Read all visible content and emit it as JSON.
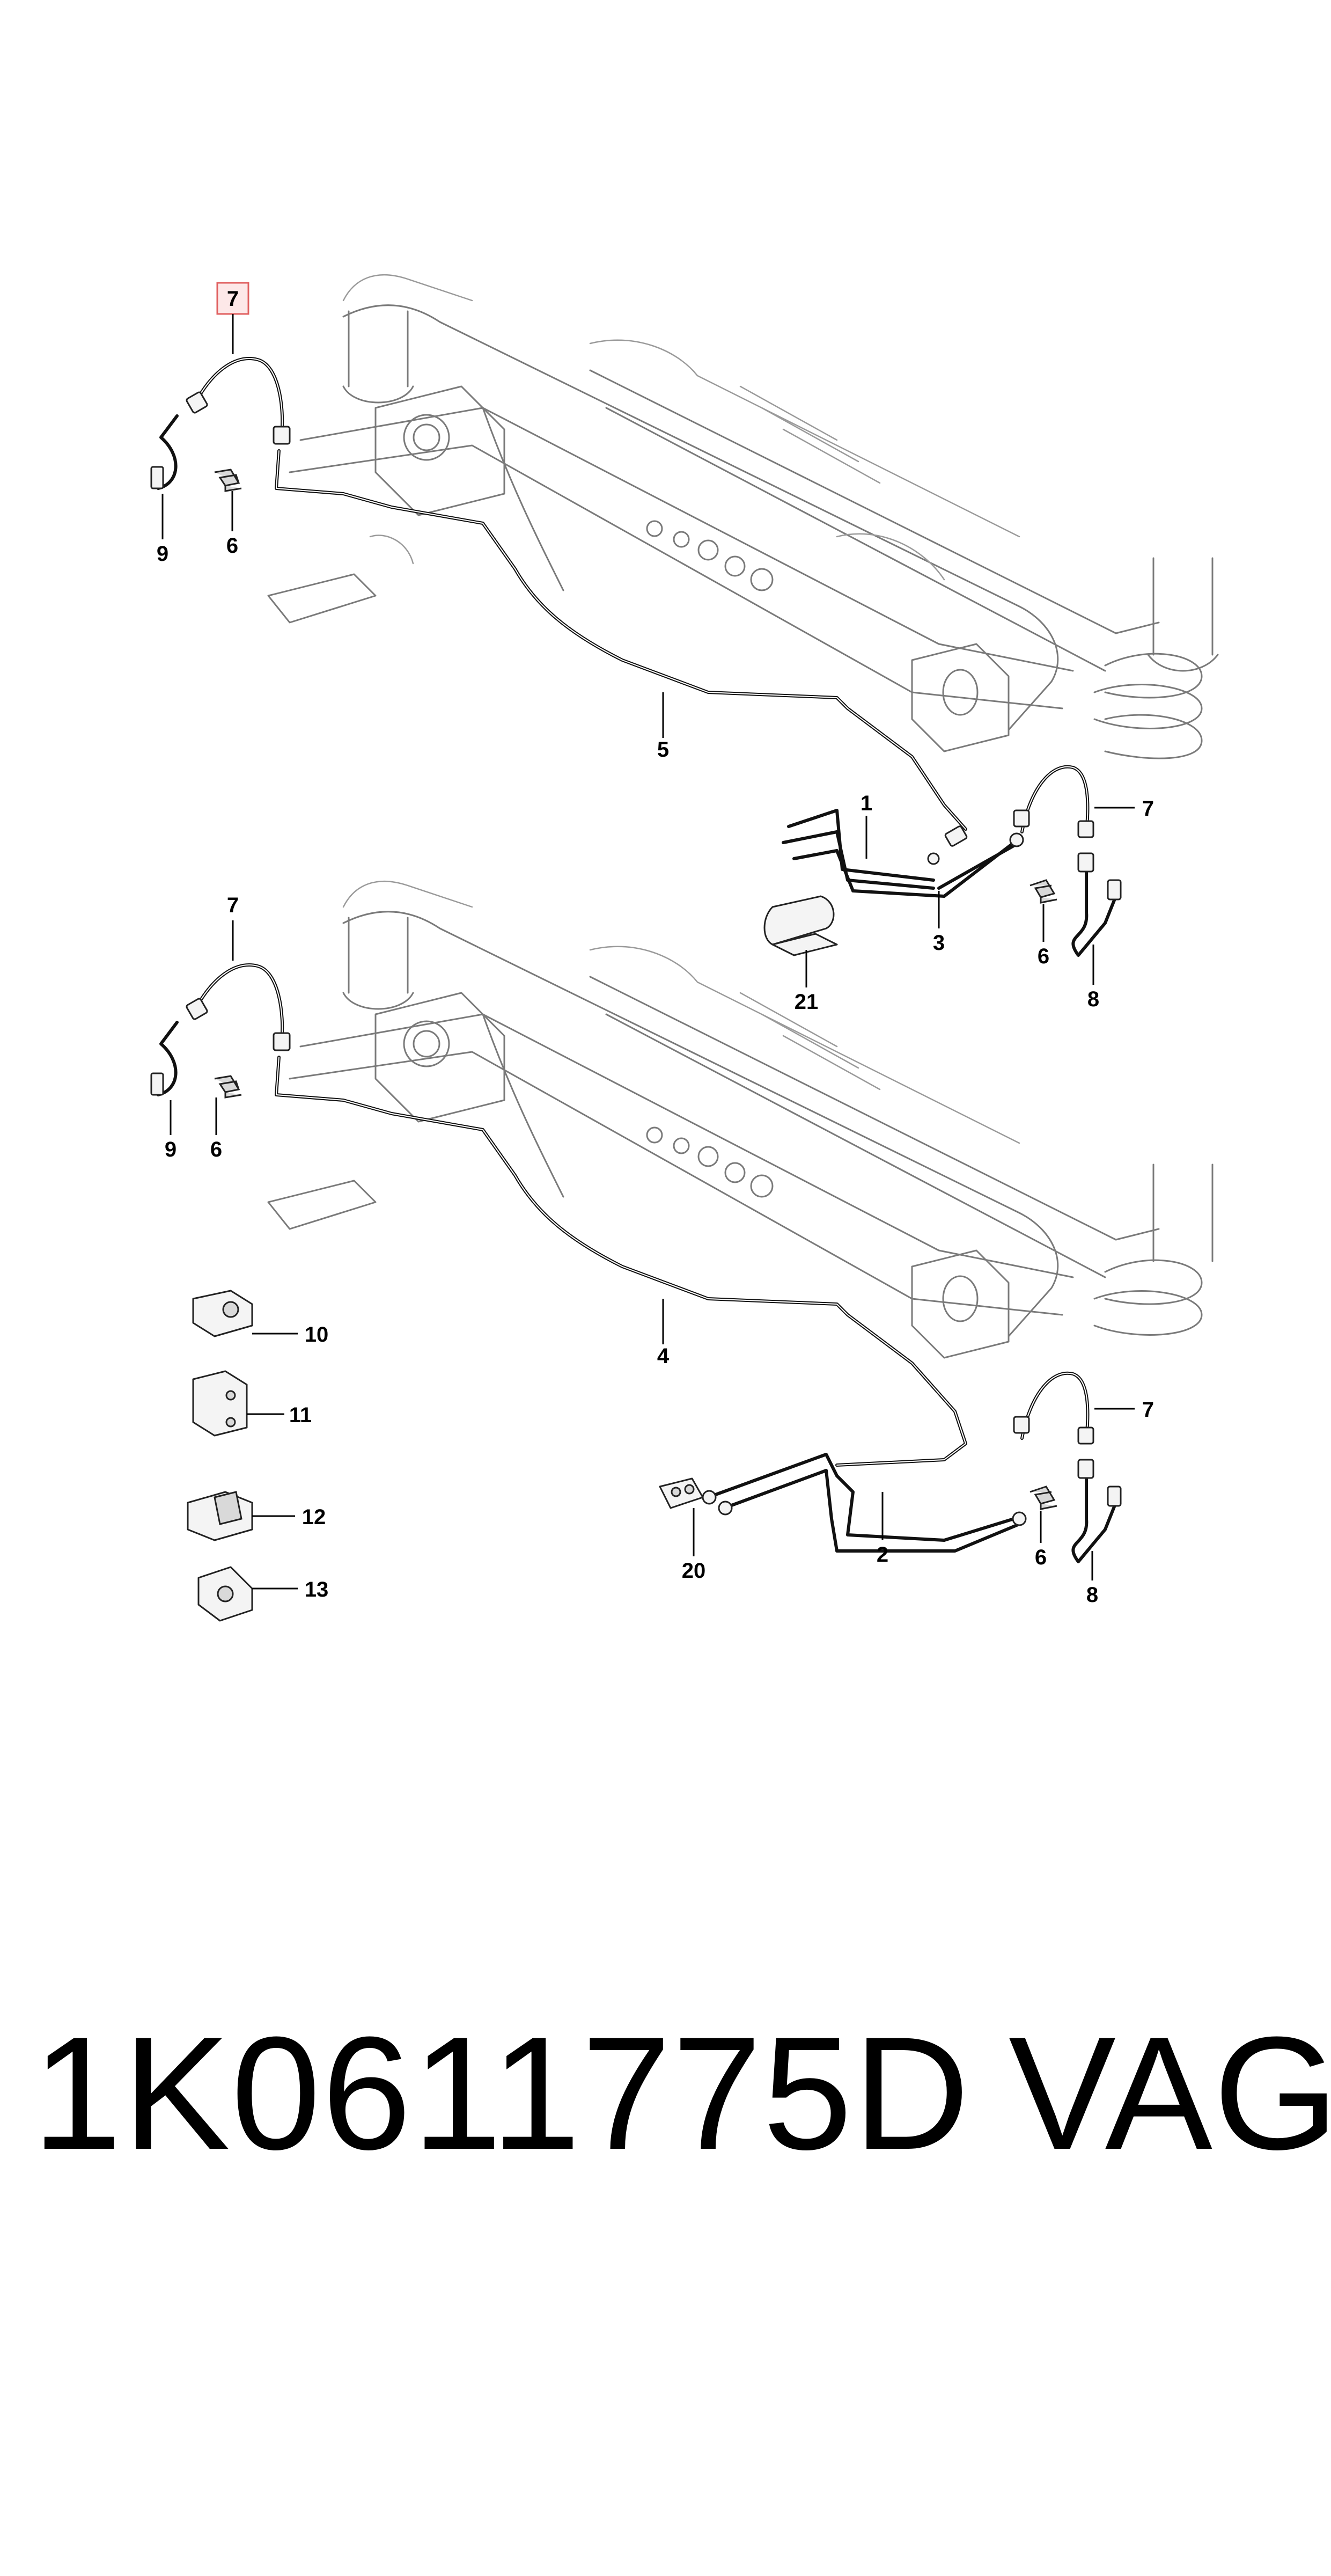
{
  "callouts": {
    "top": {
      "c7_top": "7",
      "c9": "9",
      "c6_left": "6",
      "c5": "5",
      "c1": "1",
      "c7_right": "7",
      "c3": "3",
      "c6_right": "6",
      "c21": "21",
      "c8": "8"
    },
    "bottom": {
      "c7_top": "7",
      "c9": "9",
      "c6_left": "6",
      "c10": "10",
      "c11": "11",
      "c12": "12",
      "c13": "13",
      "c4": "4",
      "c7_right": "7",
      "c2": "2",
      "c20": "20",
      "c6_right": "6",
      "c8": "8"
    }
  },
  "part_number": {
    "code": "1K0611775D",
    "brand": "VAG"
  },
  "colors": {
    "highlight_fill": "#fde8e8",
    "highlight_border": "#e06060",
    "line_art": "#7a7a7a"
  }
}
